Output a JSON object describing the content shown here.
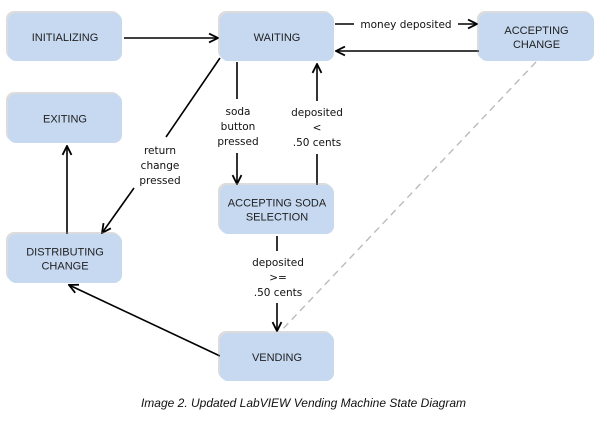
{
  "diagram": {
    "nodes": {
      "initializing": {
        "lines": [
          "INITIALIZING"
        ]
      },
      "waiting": {
        "lines": [
          "WAITING"
        ]
      },
      "accepting_change": {
        "lines": [
          "ACCEPTING",
          "CHANGE"
        ]
      },
      "exiting": {
        "lines": [
          "EXITING"
        ]
      },
      "distributing_change": {
        "lines": [
          "DISTRIBUTING",
          "CHANGE"
        ]
      },
      "accepting_soda": {
        "lines": [
          "ACCEPTING SODA",
          "SELECTION"
        ]
      },
      "vending": {
        "lines": [
          "VENDING"
        ]
      }
    },
    "edges": {
      "money_deposited": {
        "lines": [
          "money deposited"
        ]
      },
      "soda_button": {
        "lines": [
          "soda",
          "button",
          "pressed"
        ]
      },
      "deposited_less": {
        "lines": [
          "deposited",
          "<",
          ".50 cents"
        ]
      },
      "return_change": {
        "lines": [
          "return",
          "change",
          "pressed"
        ]
      },
      "deposited_geq": {
        "lines": [
          "deposited",
          ">=",
          ".50 cents"
        ]
      }
    },
    "colors": {
      "node_fill": "#c6d9f1",
      "edge": "#000000",
      "dashed_edge": "#bbbbbb"
    }
  },
  "caption": "Image 2. Updated LabVIEW Vending Machine State Diagram"
}
